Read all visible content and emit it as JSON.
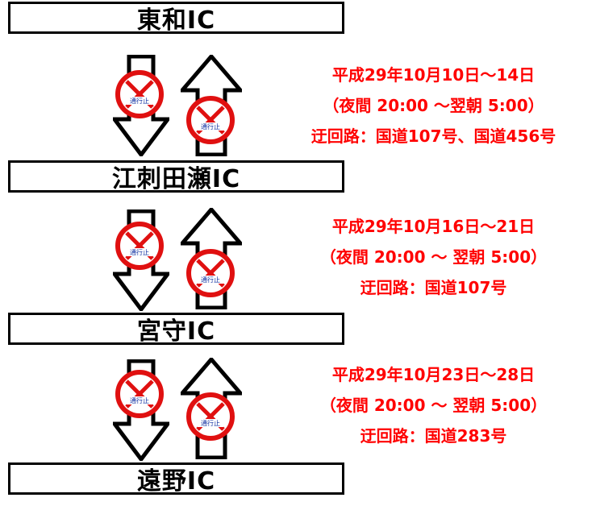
{
  "interchanges": [
    "東和IC",
    "江刺田瀬IC",
    "宮守IC",
    "遠野IC"
  ],
  "sign": {
    "icon": "no-entry-sign-icon",
    "text": "通行止",
    "color": "#e01010"
  },
  "segments": [
    {
      "period": "平成29年10月10日～14日",
      "hours": "（夜間 20:00 ～翌朝 5:00）",
      "detour": "迂回路：国道107号、国道456号"
    },
    {
      "period": "平成29年10月16日～21日",
      "hours": "（夜間 20:00 ～ 翌朝 5:00）",
      "detour": "迂回路：国道107号"
    },
    {
      "period": "平成29年10月23日～28日",
      "hours": "（夜間 20:00 ～ 翌朝 5:00）",
      "detour": "迂回路：国道283号"
    }
  ],
  "colors": {
    "info_text": "#ff0000",
    "box_border": "#000000"
  }
}
